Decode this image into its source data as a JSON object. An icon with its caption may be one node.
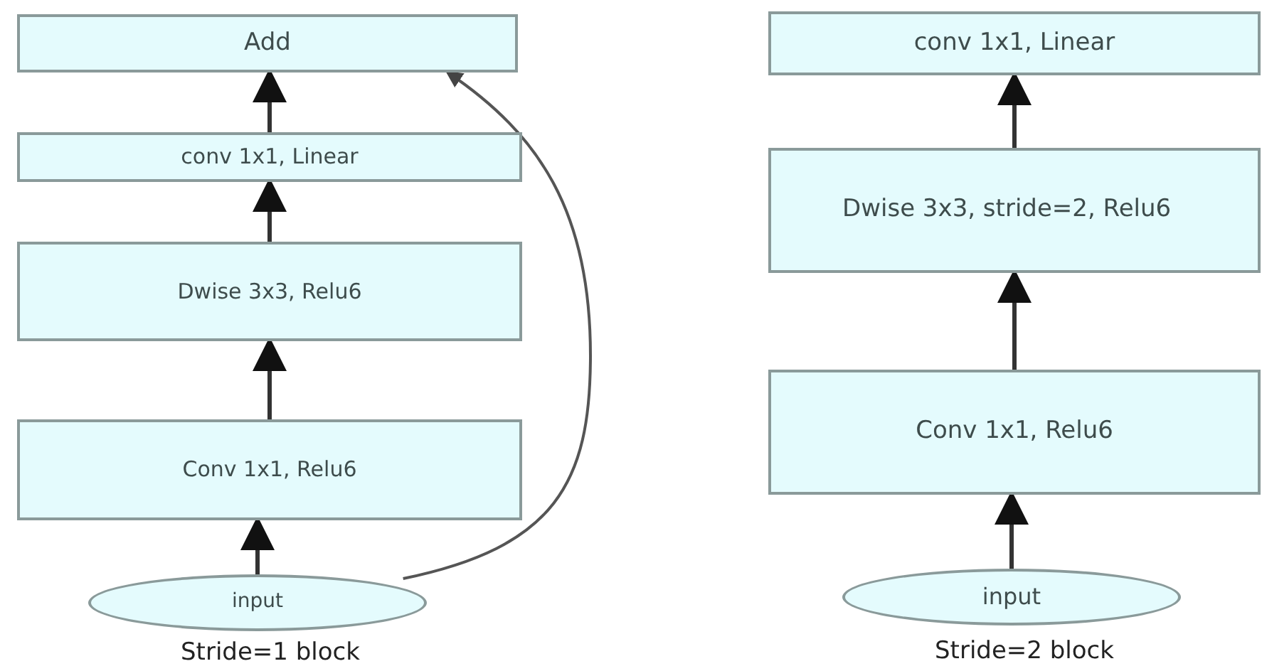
{
  "diagram": {
    "nodes": [
      {
        "text": [
          "Add"
        ]
      },
      {
        "text": [
          "conv 1x1, Linear"
        ]
      },
      {
        "text": [
          "Dwise 3x3, Relu6"
        ]
      },
      {
        "text": [
          "Conv 1x1, Relu6"
        ]
      },
      {
        "text": [
          "input"
        ],
        "beside": [
          "Stride=1 block"
        ]
      },
      {
        "text": [
          "conv 1x1, Linear"
        ]
      },
      {
        "text": [
          "Dwise 3x3, stride=2, Relu6"
        ]
      },
      {
        "text": [
          "Conv 1x1, Relu6"
        ]
      },
      {
        "text": [
          "input"
        ],
        "beside": [
          "Stride=2 block"
        ]
      }
    ],
    "edges": [
      {
        "from": 4,
        "to": 3,
        "arrow": "to"
      },
      {
        "from": 3,
        "to": 2,
        "arrow": "to"
      },
      {
        "from": 2,
        "to": 1,
        "arrow": "to"
      },
      {
        "from": 1,
        "to": 0,
        "arrow": "to"
      },
      {
        "from": 4,
        "to": 0,
        "arrow": "to"
      },
      {
        "from": 8,
        "to": 7,
        "arrow": "to"
      },
      {
        "from": 7,
        "to": 6,
        "arrow": "to"
      },
      {
        "from": 6,
        "to": 5,
        "arrow": "to"
      }
    ]
  }
}
